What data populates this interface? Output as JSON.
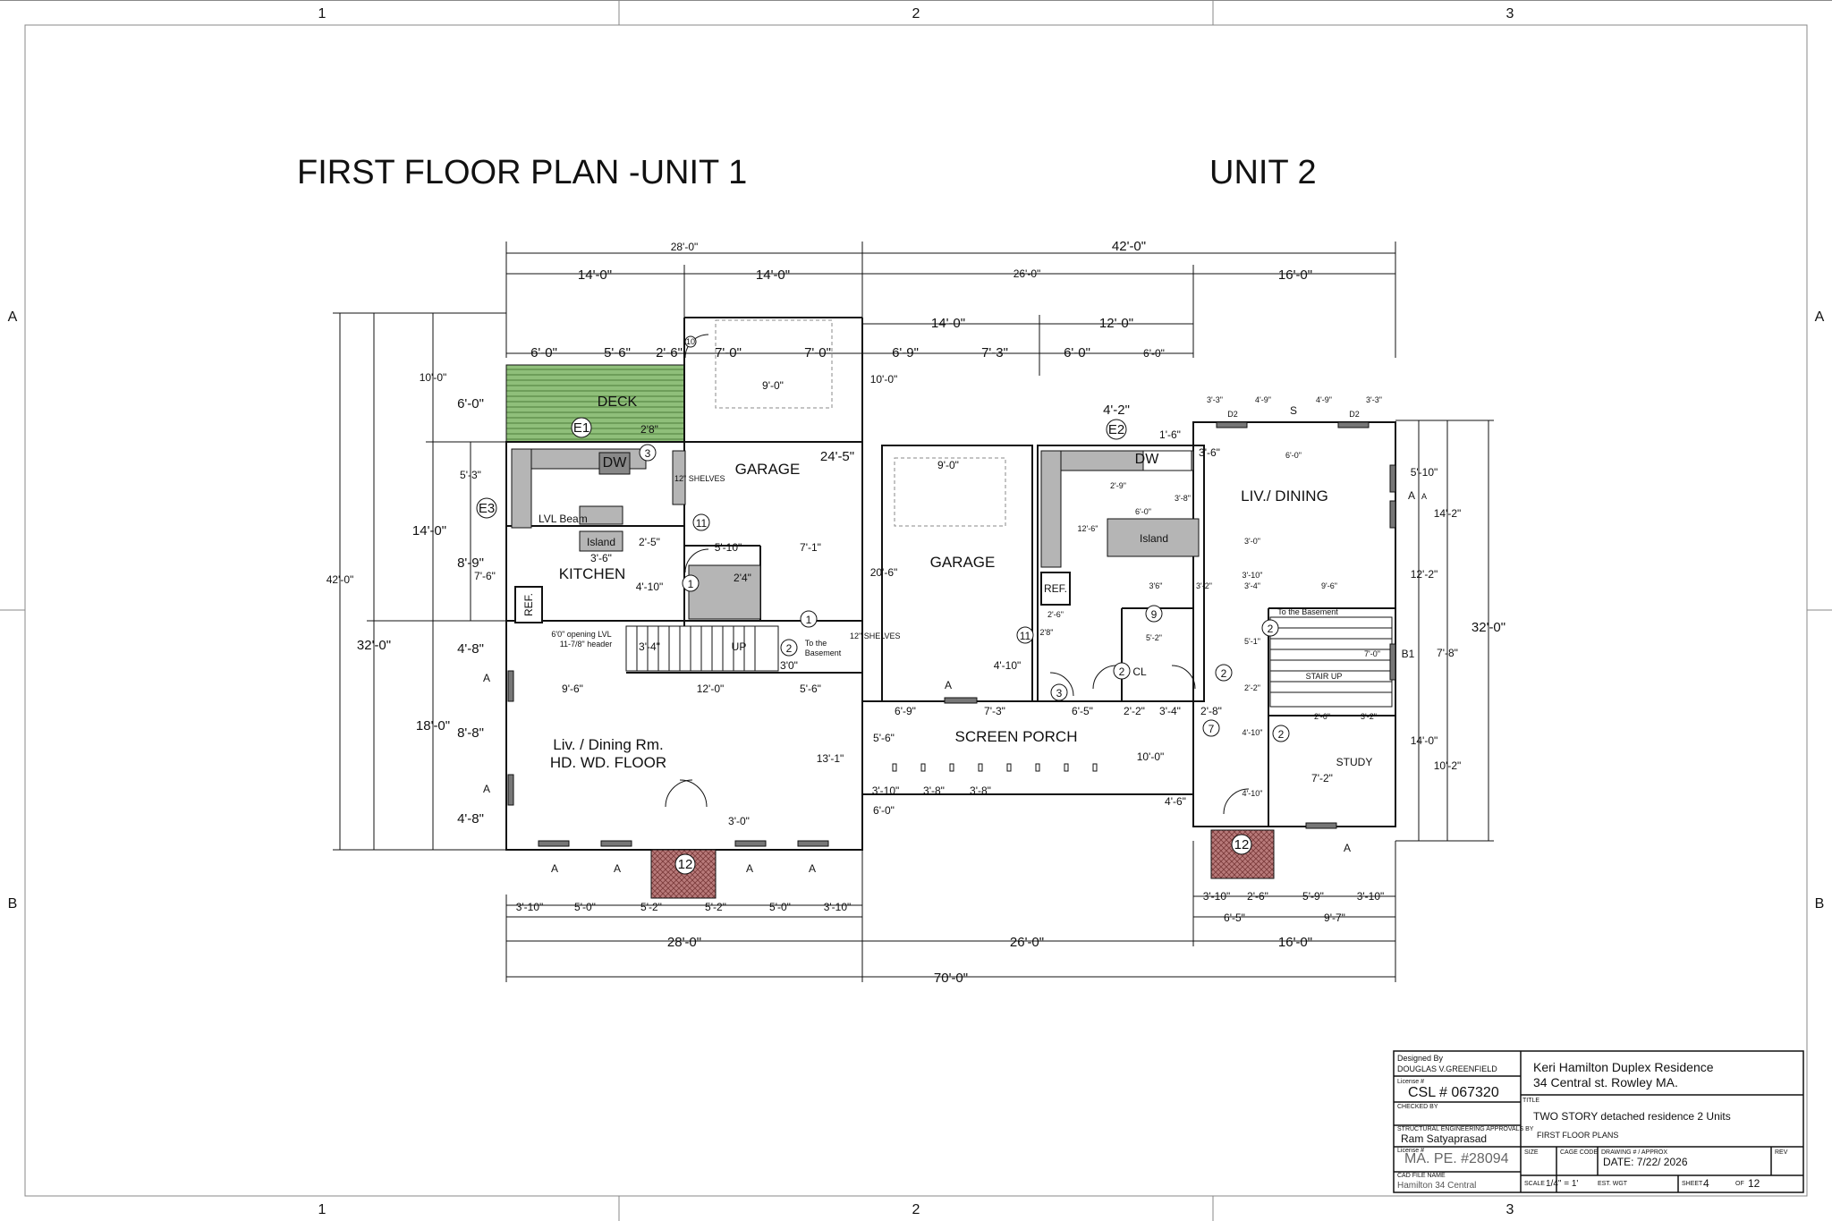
{
  "titles": {
    "unit1": "FIRST FLOOR PLAN  -UNIT 1",
    "unit2": "UNIT 2"
  },
  "grid": {
    "col1": "1",
    "col2": "2",
    "col3": "3",
    "rowA": "A",
    "rowB": "B"
  },
  "rooms": {
    "deck": "DECK",
    "garage1": "GARAGE",
    "kitchen": "KITCHEN",
    "island1": "Island",
    "island2": "Island",
    "lvl_beam": "LVL Beam",
    "ref1": "REF.",
    "ref2": "REF.",
    "dw1": "DW",
    "dw2": "DW",
    "living1_a": "Liv. / Dining Rm.",
    "living1_b": "HD. WD. FLOOR",
    "garage2": "GARAGE",
    "screen_porch": "SCREEN PORCH",
    "living2": "LIV./ DINING",
    "study": "STUDY",
    "stair_up": "STAIR UP",
    "up": "UP",
    "cl": "CL",
    "to_basement1_a": "To the",
    "to_basement1_b": "Basement",
    "to_basement2": "To the Basement",
    "shelves1": "12\" SHELVES",
    "shelves2": "12\" SHELVES",
    "opening_a": "6'0\" opening LVL",
    "opening_b": "11-7/8\" header"
  },
  "tags": {
    "e1": "E1",
    "e2": "E2",
    "e3": "E3",
    "t1a": "1",
    "t1b": "1",
    "t2a": "2",
    "t2b": "2",
    "t2c": "2",
    "t2d": "2",
    "t2e": "2",
    "t3a": "3",
    "t3b": "3",
    "t7": "7",
    "t9": "9",
    "t10": "10",
    "t11a": "11",
    "t11b": "11",
    "t12a": "12",
    "t12b": "12",
    "a1": "A",
    "a2": "A",
    "a3": "A",
    "a4": "A",
    "a5": "A",
    "a6": "A",
    "a7": "A",
    "a8": "A",
    "a9": "A",
    "a10": "A",
    "b1": "B1",
    "d2a": "D2",
    "d2b": "D2",
    "s": "S"
  },
  "dims": {
    "top_28": "28'-0\"",
    "top_42": "42'-0\"",
    "top_14a": "14'-0\"",
    "top_14b": "14'-0\"",
    "top_26": "26'-0\"",
    "top_16": "16'-0\"",
    "r3_14": "14'-0\"",
    "r3_12": "12'-0\"",
    "r4_6": "6'-0\"",
    "r4_56": "5'-6\"",
    "r4_26": "2'-6\"",
    "r4_7a": "7'-0\"",
    "r4_7b": "7'-0\"",
    "r4_69": "6'-9\"",
    "r4_73": "7'-3\"",
    "r4_6b": "6'-0\"",
    "r4_6c": "6'-0\"",
    "d_9_0a": "9'-0\"",
    "d_9_0b": "9'-0\"",
    "d_10_0a": "10'-0\"",
    "d_10_0b": "10'-0\"",
    "d_6_0_deck": "6'-0\"",
    "d_5_3": "5'-3\"",
    "d_14_0_left": "14'-0\"",
    "d_8_9": "8'-9\"",
    "d_7_6": "7'-6\"",
    "d_42_0_left": "42'-0\"",
    "d_32_0_left": "32'-0\"",
    "d_4_8a": "4'-8\"",
    "d_18_0": "18'-0\"",
    "d_8_8": "8'-8\"",
    "d_4_8b": "4'-8\"",
    "d_2_8": "2'8\"",
    "d_24_5": "24'-5\"",
    "d_5_10": "5'-10\"",
    "d_7_1": "7'-1\"",
    "d_3_6": "3'-6\"",
    "d_2_5": "2'-5\"",
    "d_4_10a": "4'-10\"",
    "d_2_4": "2'4\"",
    "d_3_4": "3'-4\"",
    "d_3_0a": "3'0\"",
    "d_9_6": "9'-6\"",
    "d_12_0": "12'-0\"",
    "d_5_6": "5'-6\"",
    "d_13_1": "13'-1\"",
    "d_3_0b": "3'-0\"",
    "b_3_10a": "3'-10\"",
    "b_5_0a": "5'-0\"",
    "b_5_2a": "5'-2\"",
    "b_5_2b": "5'-2\"",
    "b_5_0b": "5'-0\"",
    "b_3_10b": "3'-10\"",
    "b_28": "28'-0\"",
    "b_26": "26'-0\"",
    "b_16": "16'-0\"",
    "b_70": "70'-0\"",
    "g_20_6": "20'-6\"",
    "g_4_10": "4'-10\"",
    "g_2_8": "2'8\"",
    "p_6_9": "6'-9\"",
    "p_7_3": "7'-3\"",
    "p_6_5": "6'-5\"",
    "p_2_2": "2'-2\"",
    "p_3_4": "3'-4\"",
    "p_2_8": "2'-8\"",
    "p_5_6": "5'-6\"",
    "p_10_0": "10'-0\"",
    "p_3_10": "3'-10\"",
    "p_3_8a": "3'-8\"",
    "p_3_8b": "3'-8\"",
    "p_6_0": "6'-0\"",
    "p_4_6": "4'-6\"",
    "u2_4_2": "4'-2\"",
    "u2_1_6": "1'-6\"",
    "u2_3_6": "3'-6\"",
    "u2_2_9": "2'-9\"",
    "u2_3_8": "3'-8\"",
    "u2_6_0": "6'-0\"",
    "u2_12_6": "12'-6\"",
    "u2_3_0": "3'-0\"",
    "u2_3_10": "3'-10\"",
    "u2_3_2": "3'-2\"",
    "u2_3_4": "3'-4\"",
    "u2_9_6": "9'-6\"",
    "u2_3_6b": "3'6\"",
    "u2_2_6": "2'-6\"",
    "u2_5_2": "5'-2\"",
    "u2_5_1": "5'-1\"",
    "u2_7_0": "7'-0\"",
    "u2_2_2": "2'-2\"",
    "u2_2_6b": "2'-6\"",
    "u2_3_2b": "3'-2\"",
    "u2_4_10": "4'-10\"",
    "u2_7_2": "7'-2\"",
    "u2_4_10b": "4'-10\"",
    "u2_3_3a": "3'-3\"",
    "u2_4_9a": "4'-9\"",
    "u2_4_9b": "4'-9\"",
    "u2_3_3b": "3'-3\"",
    "u2_6_0b": "6'-0\"",
    "r_5_10": "5'-10\"",
    "r_14_2": "14'-2\"",
    "r_12_2": "12'-2\"",
    "r_32_0": "32'-0\"",
    "r_7_8": "7'-8\"",
    "r_14_0": "14'-0\"",
    "r_10_2": "10'-2\"",
    "u2b_3_10": "3'-10\"",
    "u2b_2_6": "2'-6\"",
    "u2b_5_9": "5'-9\"",
    "u2b_3_10b": "3'-10\"",
    "u2b_6_5": "6'-5\"",
    "u2b_9_7": "9'-7\""
  },
  "title_block": {
    "designed_by_label": "Designed By",
    "designer": "DOUGLAS V.GREENFIELD",
    "license_label": "License #",
    "license": "CSL # 067320",
    "checked_label": "CHECKED BY",
    "struct_label": "STRUCTURAL ENGINEERING APPROVALS BY",
    "engineer": "Ram Satyaprasad",
    "pe_label": "License #",
    "pe": "MA. PE. #28094",
    "cad_label": "CAD FILE NAME",
    "cad": "Hamilton 34 Central",
    "project": "Keri Hamilton Duplex Residence",
    "address": "34 Central st. Rowley MA.",
    "title_label": "TITLE",
    "desc": "TWO STORY detached residence 2 Units",
    "sheet_title": "FIRST FLOOR PLANS",
    "size_label": "SIZE",
    "cage_label": "CAGE CODE",
    "drawing_label": "DRAWING # / APPROX",
    "date": "DATE: 7/22/ 2026",
    "rev_label": "REV",
    "scale_label": "SCALE",
    "scale": "1/4\" = 1'",
    "est_label": "EST. WGT",
    "sheet_label": "SHEET",
    "sheet": "4",
    "of_label": "OF",
    "of": "12"
  },
  "colors": {
    "deck": "#8fbf7a",
    "stoop": "#b87a7a",
    "counter": "#b5b5b5",
    "line": "#111111"
  }
}
